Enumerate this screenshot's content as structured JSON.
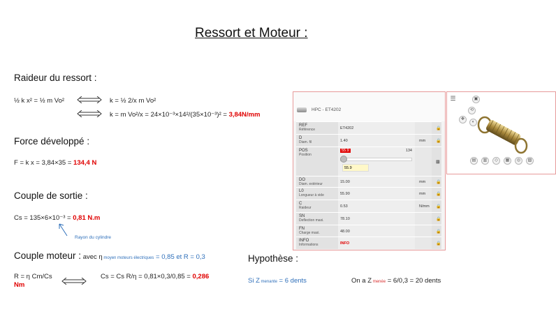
{
  "title": "Ressort et Moteur :",
  "raideur": {
    "heading": "Raideur du ressort :",
    "eq1_left": "½ k x² = ½ m Vo²",
    "eq1_right": "k = ½ 2/x m Vo²",
    "eq2": "k = m Vo²/x = 24×10⁻³×14²/(35×10⁻³)² = ",
    "eq2_result": "3,84N/mm"
  },
  "force": {
    "heading": "Force développé :",
    "eq": "F = k x = 3,84×35 = ",
    "result": "134,4 N"
  },
  "couple_sortie": {
    "heading": "Couple de sortie :",
    "eq": "Cs = 135×6×10⁻³ = ",
    "result": "0,81 N.m",
    "annotation": "Rayon du cylindre"
  },
  "couple_moteur": {
    "heading": "Couple moteur :",
    "avec": " avec η",
    "eta_sub": " moyen moteurs électriques",
    "eta_rest": " = 0,85 et R = 0,3",
    "eq_left": "R = η Cm/Cs",
    "eq_right": "Cs = Cs R/η = 0,81×0,3/0,85 = ",
    "result_a": "0,286",
    "result_b": "Nm"
  },
  "hypothese": {
    "heading": "Hypothèse :",
    "left_a": "Si Z",
    "left_sub": " menante",
    "left_b": " = 6 dents",
    "right_a": "On a Z",
    "right_sub": " menée",
    "right_b": " = 6/0,3 = 20 dents"
  },
  "panel": {
    "product": "HPC - ET4202",
    "rows": [
      {
        "label": "REF",
        "sub": "Référence",
        "value": "ET4202",
        "unit": ""
      },
      {
        "label": "D",
        "sub": "Diam. fil",
        "value": "1.40",
        "unit": "mm"
      },
      {
        "label": "POS",
        "sub": "Position",
        "value": "55.9",
        "unit": ""
      },
      {
        "label": "DO",
        "sub": "Diam. extérieur",
        "value": "15.00",
        "unit": "mm"
      },
      {
        "label": "L0",
        "sub": "Longueur à vide",
        "value": "55.90",
        "unit": "mm"
      },
      {
        "label": "C",
        "sub": "Raideur",
        "value": "0.53",
        "unit": "N/mm"
      },
      {
        "label": "SN",
        "sub": "Deflection maxi.",
        "value": "78.10",
        "unit": ""
      },
      {
        "label": "FN",
        "sub": "Charge maxi.",
        "value": "48.00",
        "unit": ""
      },
      {
        "label": "INFO",
        "sub": "Informations",
        "value": "INFO",
        "unit": ""
      }
    ],
    "pos_max": "134",
    "slider_fraction": 0.0,
    "accent": "#e00000"
  }
}
